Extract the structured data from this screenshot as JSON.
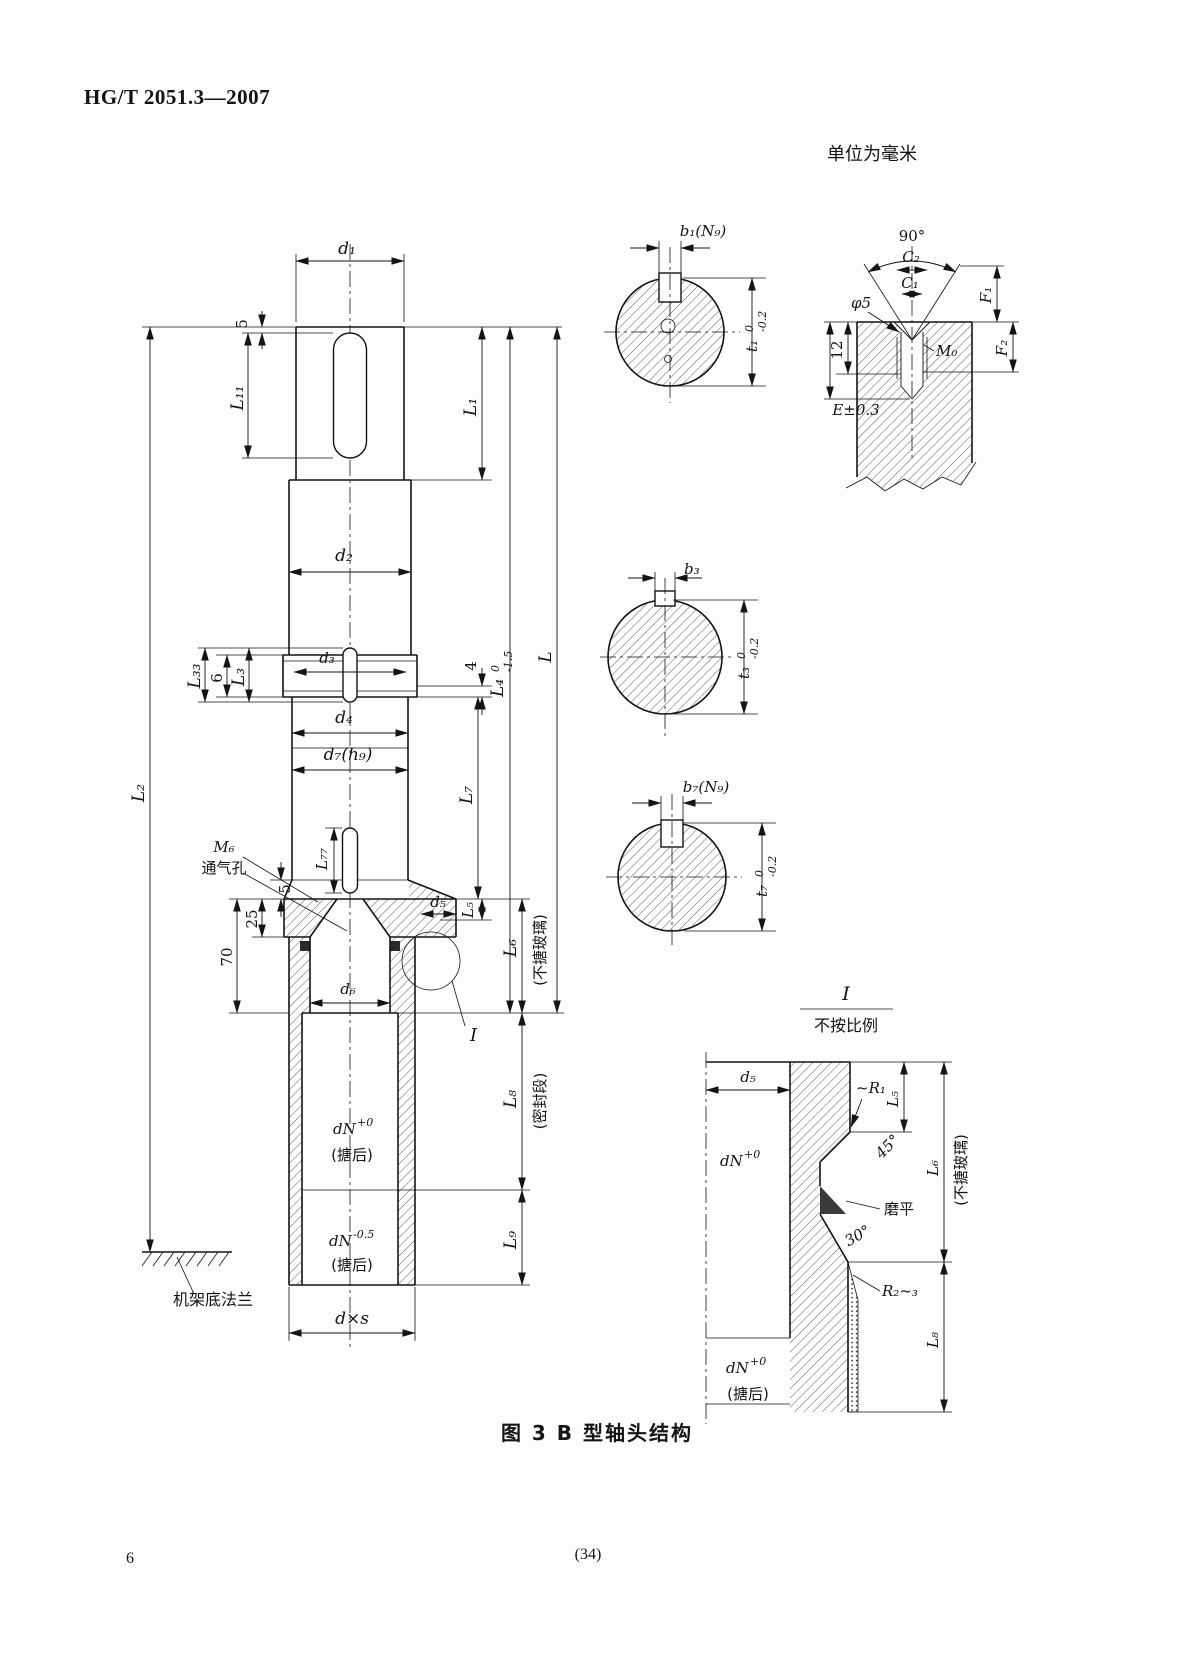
{
  "page": {
    "header_code": "HG/T 2051.3—2007",
    "units_note": "单位为毫米",
    "figure_caption": "图 3  B 型轴头结构",
    "page_number": "6",
    "sheet_number": "(34)"
  },
  "main_view": {
    "d1": "d₁",
    "d2": "d₂",
    "d3": "d₃",
    "d4": "d₄",
    "d7h9": "d₇(h₉)",
    "d5": "d₅",
    "d6": "d₆",
    "dxs": "d×s",
    "L": "L",
    "L1": "L₁",
    "L2": "L₂",
    "L3": "L₃",
    "L5": "L₅",
    "L6": "L₆",
    "L7": "L₇",
    "L8": "L₈",
    "L9": "L₉",
    "L11": "L₁₁",
    "L33": "L₃₃",
    "L77": "L₇₇",
    "L4_base": "L₄",
    "L4_sup": "0",
    "L4_sub": "-1.5",
    "dim_top5": "5",
    "dim_6": "6",
    "dim_4": "4",
    "dim_bottom5": "5",
    "dim_25": "25",
    "dim_70": "70",
    "m6": "M₆",
    "vent_hole": "通气孔",
    "not_enameled": "(不搪玻璃)",
    "seal_section": "(密封段)",
    "after_enamel_1": "(搪后)",
    "after_enamel_2": "(搪后)",
    "dn_plus_base": "dN",
    "dn_plus_sup": "+0",
    "dn_minus_base": "dN",
    "dn_minus_sup": "-0.5",
    "frame_flange": "机架底法兰",
    "detail_mark": "I"
  },
  "sections": {
    "b1": "b₁(N₉)",
    "t1_base": "t₁",
    "t1_sup": "0",
    "t1_sub": "-0.2",
    "b3": "b₃",
    "t3_base": "t₃",
    "t3_sup": "0",
    "t3_sub": "-0.2",
    "b7": "b₇(N₉)",
    "t7_base": "t₇",
    "t7_sup": "0",
    "t7_sub": "-0.2"
  },
  "end_detail": {
    "angle_90": "90°",
    "c2": "C₂",
    "c1": "C₁",
    "phi5": "φ5",
    "dim_12": "12",
    "m0": "M₀",
    "e_tol": "E±0.3",
    "f1": "F₁",
    "f2": "F₂"
  },
  "detail_i": {
    "title": "I",
    "not_to_scale": "不按比例",
    "d5": "d₅",
    "r1": "~R₁",
    "L5": "L₅",
    "angle_45": "45°",
    "dn_base": "dN",
    "dn_sup": "+0",
    "ground_flat": "磨平",
    "angle_30": "30°",
    "r2_3": "R₂~₃",
    "L6": "L₆",
    "not_enameled": "(不搪玻璃)",
    "L8": "L₈",
    "dn2_base": "dN",
    "dn2_sup": "+0",
    "after_enamel": "(搪后)"
  }
}
